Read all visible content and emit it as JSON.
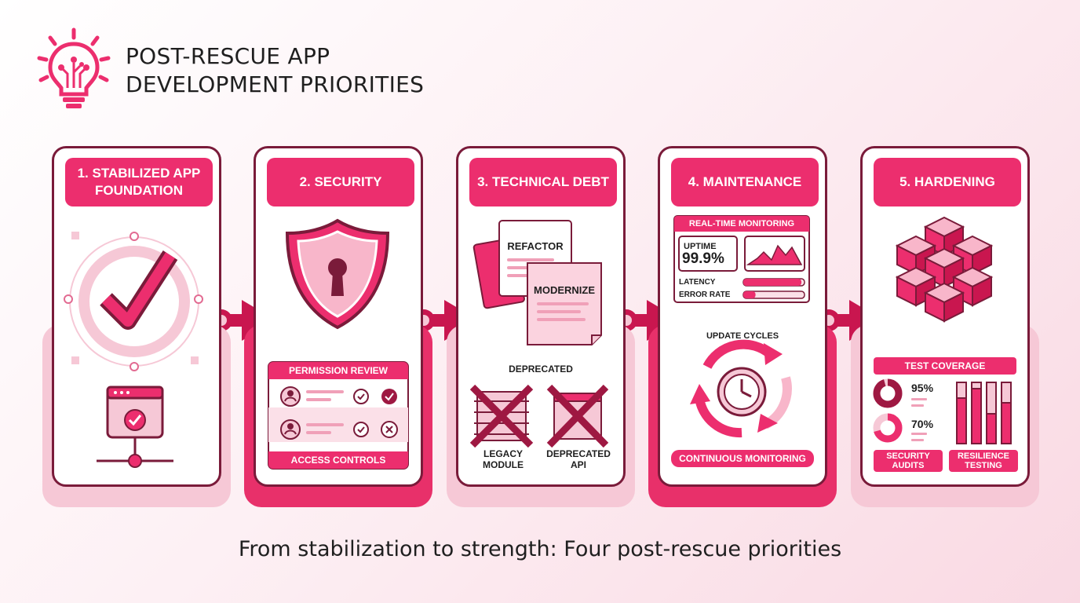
{
  "header": {
    "title_line1": "POST-RESCUE APP",
    "title_line2": "DEVELOPMENT PRIORITIES",
    "icon": "lightbulb-circuit-icon"
  },
  "colors": {
    "accent": "#ec2e6e",
    "dark": "#7a1b3a",
    "light": "#f6c8d6"
  },
  "cards": [
    {
      "title": "1. STABILIZED APP FOUNDATION"
    },
    {
      "title": "2. SECURITY",
      "permission_review": "PERMISSION REVIEW",
      "access_controls": "ACCESS CONTROLS"
    },
    {
      "title": "3. TECHNICAL DEBT",
      "refactor": "REFACTOR",
      "modernize": "MODERNIZE",
      "deprecated": "DEPRECATED",
      "legacy_module": "LEGACY MODULE",
      "deprecated_api": "DEPRECATED API"
    },
    {
      "title": "4. MAINTENANCE",
      "realtime": "REAL-TIME MONITORING",
      "uptime_label": "UPTIME",
      "uptime_value": "99.9%",
      "latency": "LATENCY",
      "error_rate": "ERROR RATE",
      "latency_level": 0.95,
      "error_rate_level": 0.2,
      "update_cycles": "UPDATE CYCLES",
      "continuous": "CONTINUOUS MONITORING"
    },
    {
      "title": "5. HARDENING",
      "test_coverage": "TEST COVERAGE",
      "pct1": "95%",
      "pct2": "70%",
      "security_audits": "SECURITY AUDITS",
      "resilience_testing": "RESILIENCE TESTING"
    }
  ],
  "footer": {
    "subtitle": "From stabilization to strength: Four post-rescue priorities"
  }
}
